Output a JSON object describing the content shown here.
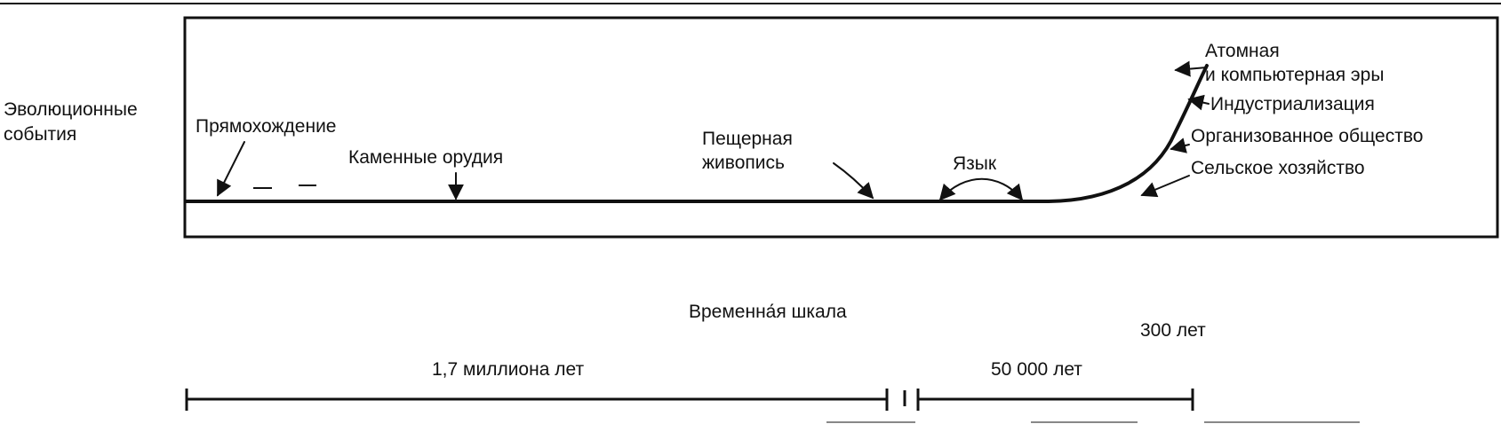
{
  "left_label": [
    "Эволюционные",
    "события"
  ],
  "events": {
    "bipedalism": "Прямохождение",
    "stone_tools": "Каменные орудия",
    "cave_painting": [
      "Пещерная",
      "живопись"
    ],
    "language": "Язык",
    "agriculture": "Сельское хозяйство",
    "organized_society": "Организованное общество",
    "industrialization": "Индустриализация",
    "atomic_computer": [
      "Атомная",
      "и компьютерная эры"
    ]
  },
  "timescale": {
    "title": "Временна́я шкала",
    "span_million": "1,7 миллиона лет",
    "span_50000": "50 000 лет",
    "span_300": "300 лет"
  }
}
